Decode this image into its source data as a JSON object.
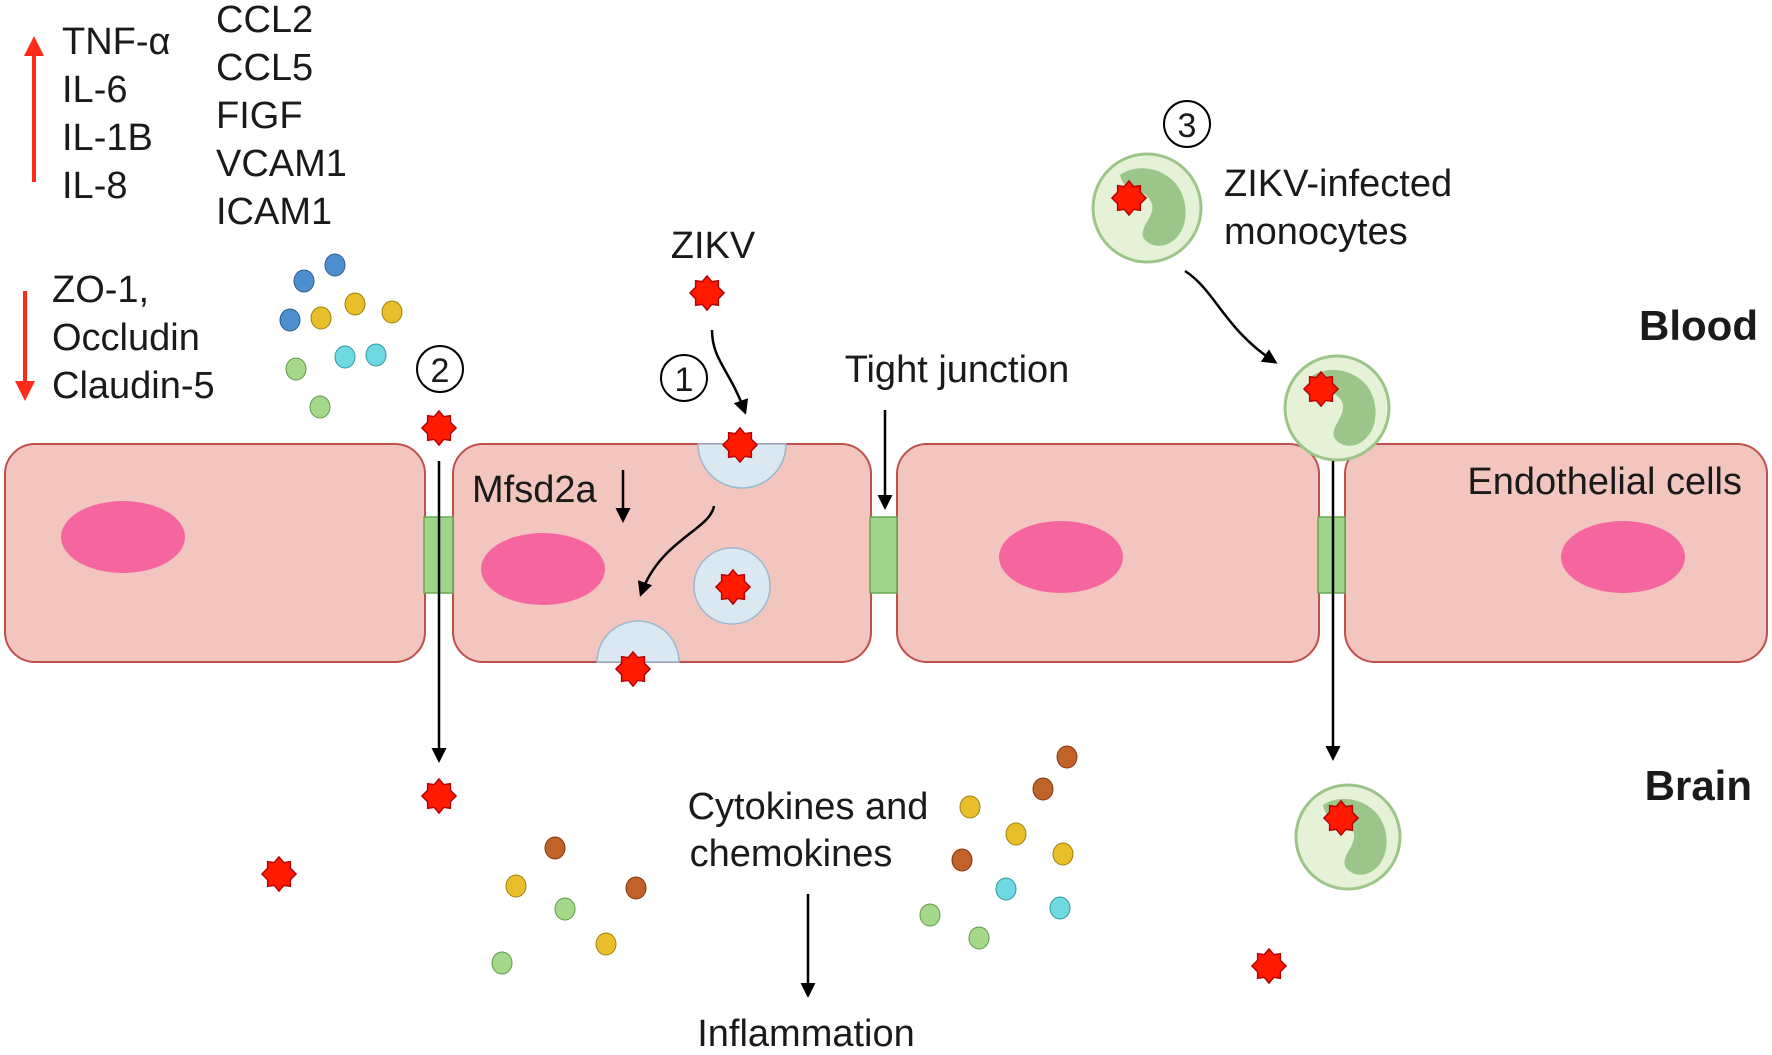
{
  "upregulated_label_list_1": [
    "TNF-α",
    "IL-6",
    "IL-1B",
    "IL-8"
  ],
  "upregulated_label_list_2": [
    "CCL2",
    "CCL5",
    "FIGF",
    "VCAM1",
    "ICAM1"
  ],
  "downregulated_label_list": [
    "ZO-1,",
    "Occludin",
    "Claudin-5"
  ],
  "zikv_label": "ZIKV",
  "step_markers": [
    "1",
    "2",
    "3"
  ],
  "monocyte_label_lines": [
    "ZIKV-infected",
    "monocytes"
  ],
  "region_labels": {
    "blood": "Blood",
    "brain": "Brain"
  },
  "tight_junction_label": "Tight junction",
  "endothelial_label": "Endothelial cells",
  "mfsd2a_label": "Mfsd2a",
  "cytokines_label_lines": [
    "Cytokines and",
    "chemokines"
  ],
  "inflammation_label": "Inflammation",
  "colors": {
    "cell_fill": "#f2c6be",
    "cell_stroke": "#c0504d",
    "nucleus": "#f565a0",
    "junction": "#9fd58a",
    "vesicle": "#dbe8f2",
    "virus": "#ff1a00",
    "up_arrow": "#ff2a1a",
    "monocyte_outer": "#e6f2d8",
    "monocyte_inner": "#9cc58a"
  }
}
